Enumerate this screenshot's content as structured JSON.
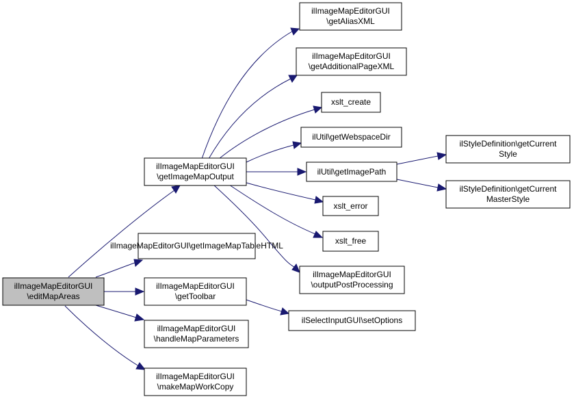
{
  "colors": {
    "node_fill": "#ffffff",
    "root_fill": "#bfbfbf",
    "node_stroke": "#000000",
    "edge": "#191970"
  },
  "nodes": {
    "editMapAreas": [
      "ilImageMapEditorGUI",
      "\\editMapAreas"
    ],
    "getImageMapOutput": [
      "ilImageMapEditorGUI",
      "\\getImageMapOutput"
    ],
    "getImageMapTableHTML": [
      "ilImageMapEditorGUI\\getImageMapTableHTML"
    ],
    "getToolbar": [
      "ilImageMapEditorGUI",
      "\\getToolbar"
    ],
    "handleMapParameters": [
      "ilImageMapEditorGUI",
      "\\handleMapParameters"
    ],
    "makeMapWorkCopy": [
      "ilImageMapEditorGUI",
      "\\makeMapWorkCopy"
    ],
    "getAliasXML": [
      "ilImageMapEditorGUI",
      "\\getAliasXML"
    ],
    "getAdditionalPageXML": [
      "ilImageMapEditorGUI",
      "\\getAdditionalPageXML"
    ],
    "xslt_create": [
      "xslt_create"
    ],
    "getWebspaceDir": [
      "ilUtil\\getWebspaceDir"
    ],
    "getImagePath": [
      "ilUtil\\getImagePath"
    ],
    "xslt_error": [
      "xslt_error"
    ],
    "xslt_free": [
      "xslt_free"
    ],
    "outputPostProcessing": [
      "ilImageMapEditorGUI",
      "\\outputPostProcessing"
    ],
    "setOptions": [
      "ilSelectInputGUI\\setOptions"
    ],
    "getCurrentStyle": [
      "ilStyleDefinition\\getCurrent",
      "Style"
    ],
    "getCurrentMasterStyle": [
      "ilStyleDefinition\\getCurrent",
      "MasterStyle"
    ]
  }
}
